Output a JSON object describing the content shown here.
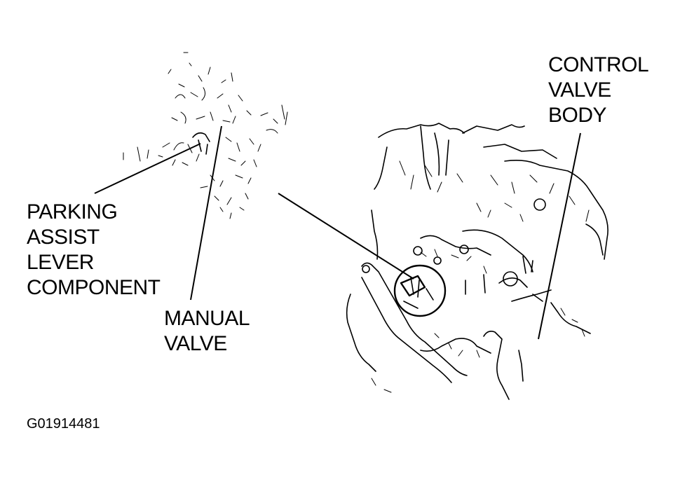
{
  "labels": {
    "parking_assist": [
      "PARKING",
      "ASSIST",
      "LEVER",
      "COMPONENT"
    ],
    "manual_valve": [
      "MANUAL",
      "VALVE"
    ],
    "control_valve_body": [
      "CONTROL",
      "VALVE",
      "BODY"
    ]
  },
  "figure_id": "G01914481"
}
